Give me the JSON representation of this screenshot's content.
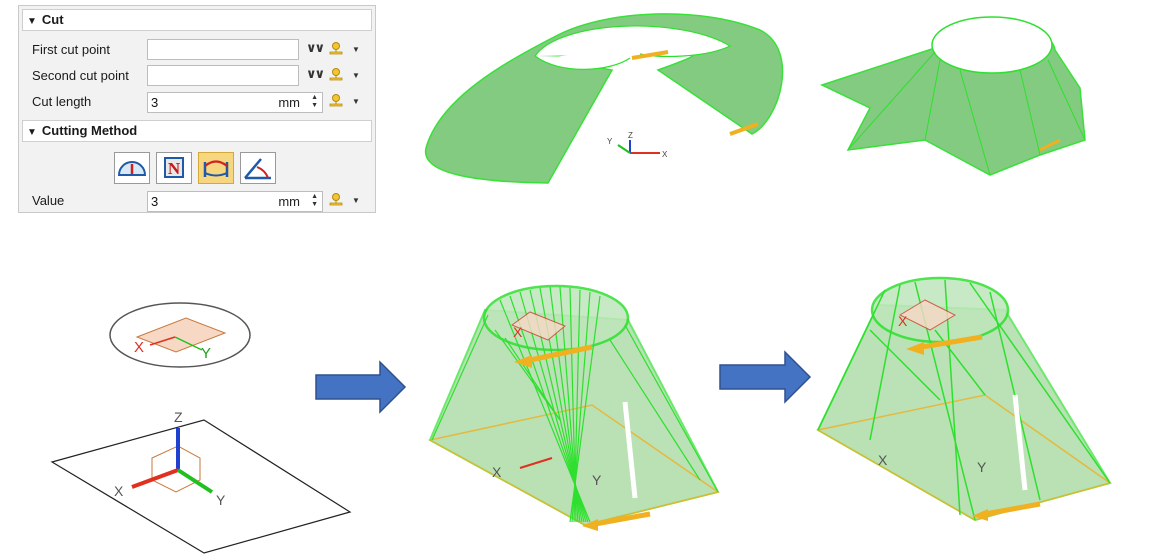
{
  "panel": {
    "cut_section": {
      "title": "Cut"
    },
    "rows": {
      "first_cut_point": {
        "label": "First cut point",
        "value": ""
      },
      "second_cut_point": {
        "label": "Second cut point",
        "value": ""
      },
      "cut_length": {
        "label": "Cut length",
        "value": "3",
        "unit": "mm"
      }
    },
    "method_section": {
      "title": "Cutting Method"
    },
    "method_buttons": [
      "angle-method-icon",
      "n-method-icon",
      "arc-length-method-icon",
      "chord-method-icon"
    ],
    "method_active_index": 2,
    "method_n_letter": "N",
    "value_row": {
      "label": "Value",
      "value": "3",
      "unit": "mm"
    }
  },
  "axes": {
    "x": "X",
    "y": "Y",
    "z": "Z"
  },
  "colors": {
    "surface_fill": "#7dc97a",
    "edge_green": "#22ee22",
    "arrow_gold": "#f0b020",
    "flow_arrow": "#4473c4",
    "axis_red": "#e03020",
    "axis_blue": "#2040d0",
    "axis_green": "#20c020"
  }
}
